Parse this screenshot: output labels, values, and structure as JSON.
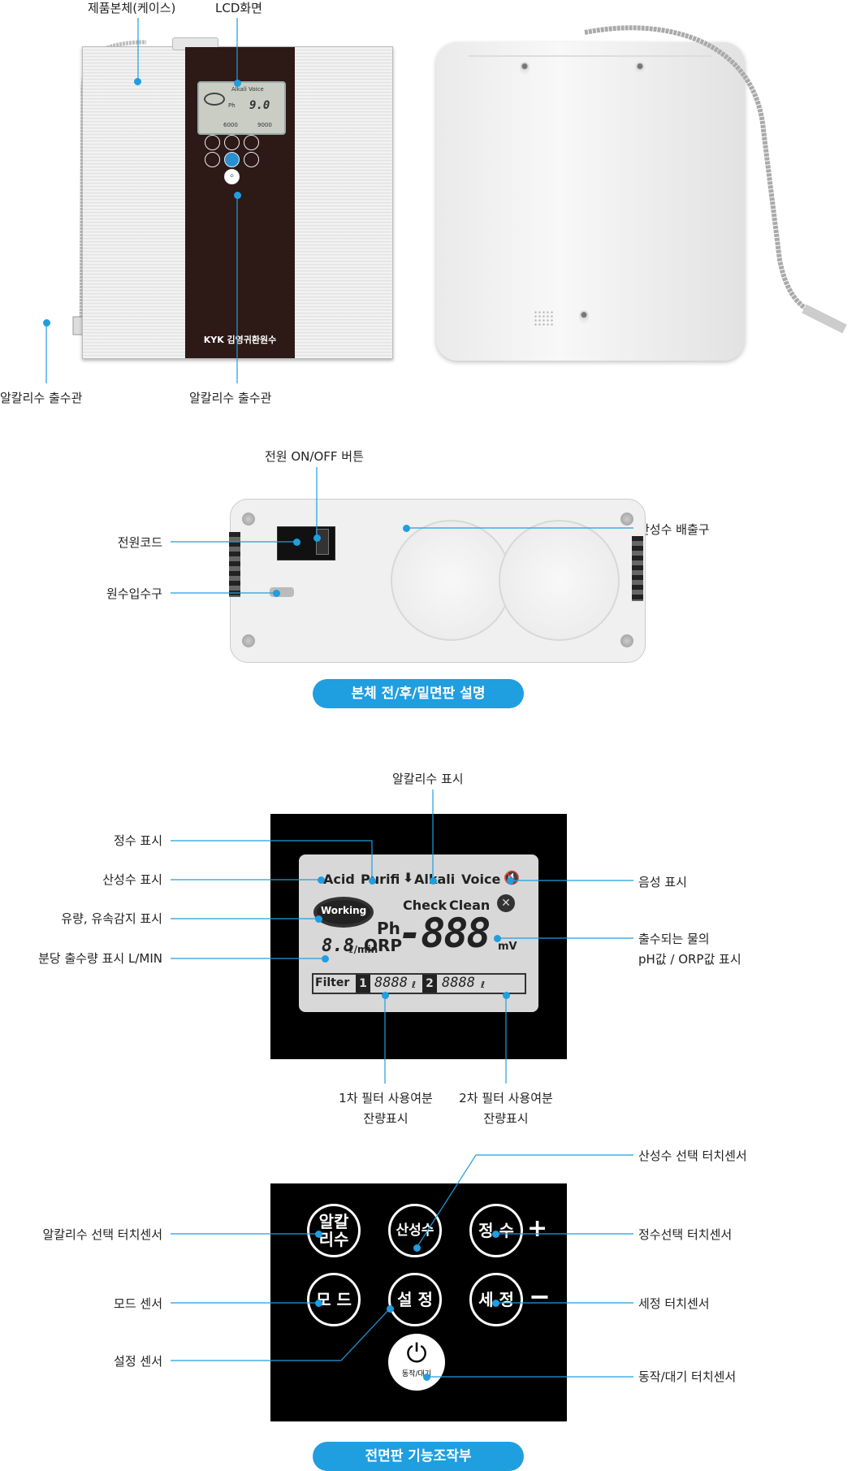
{
  "top_labels": {
    "case": "제품본체(케이스)",
    "lcd": "LCD화면",
    "hose_left": "알칼리수 출수관",
    "hose_center": "알칼리수 출수관"
  },
  "front_device": {
    "brand": "KYK 김영귀환원수",
    "mini_lcd": {
      "voice": "Alkali Voice",
      "ph": "Ph",
      "value": "9.0",
      "filter1": "6000",
      "filter2": "9000"
    }
  },
  "bottom_labels": {
    "power_button": "전원 ON/OFF 버튼",
    "power_cord": "전원코드",
    "inlet": "원수입수구",
    "acid_outlet": "산성수 배출구"
  },
  "section1_title": "본체 전/후/밑면판 설명",
  "lcd_labels": {
    "alkali_display": "알칼리수 표시",
    "purified_display": "정수 표시",
    "acid_display": "산성수 표시",
    "flow_display": "유량, 유속감지 표시",
    "lmin_display": "분당 출수량 표시 L/MIN",
    "voice_display": "음성 표시",
    "ph_orp_line1": "출수되는 물의",
    "ph_orp_line2": "pH값 / ORP값 표시",
    "filter1_line1": "1차 필터 사용여분",
    "filter1_line2": "잔량표시",
    "filter2_line1": "2차 필터 사용여분",
    "filter2_line2": "잔량표시"
  },
  "lcd_screen": {
    "acid": "Acid",
    "purifi": "Purifi",
    "alkali": "Alkali",
    "voice": "Voice",
    "check": "Check",
    "clean": "Clean",
    "working": "Working",
    "ph": "Ph",
    "orp": "ORP",
    "big_digits": "-888",
    "mv": "mV",
    "flow": "8.8",
    "flow_unit": "ℓ/min",
    "filter": "Filter",
    "f1": "1",
    "f1_digits": "8888",
    "f2": "2",
    "f2_digits": "8888",
    "liter": "ℓ"
  },
  "touch_labels": {
    "acid_sensor": "산성수 선택 터치센서",
    "alkali_sensor": "알칼리수 선택 터치센서",
    "purified_sensor": "정수선택 터치센서",
    "mode_sensor": "모드 센서",
    "wash_sensor": "세정 터치센서",
    "setting_sensor": "설정 센서",
    "power_sensor": "동작/대기 터치센서"
  },
  "touch_buttons": {
    "alkali_l1": "알칼",
    "alkali_l2": "리수",
    "acid": "산성수",
    "purified": "정 수",
    "plus": "+",
    "mode": "모 드",
    "setting": "설 정",
    "wash": "세 정",
    "minus": "−",
    "power_label": "동작/대기"
  },
  "section2_title": "전면판 기능조작부"
}
